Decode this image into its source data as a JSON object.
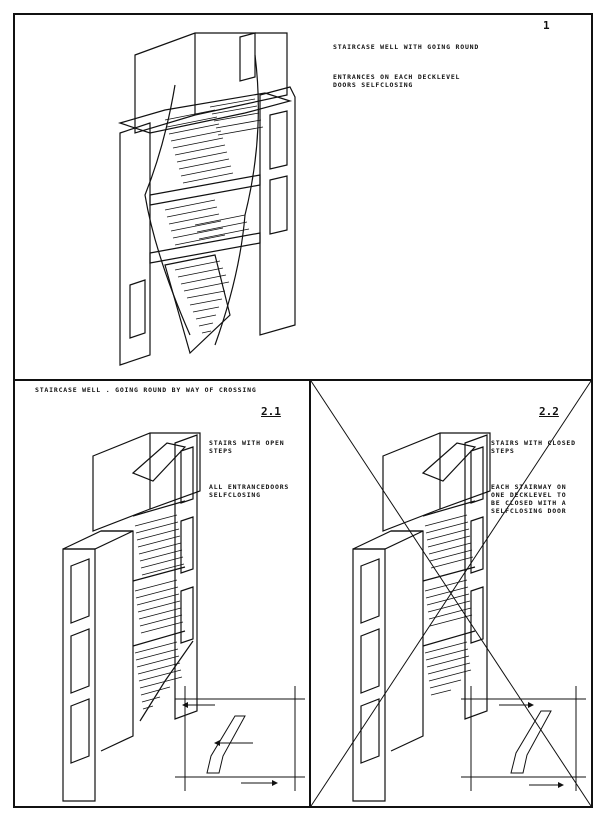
{
  "page_number": "1",
  "panel_1": {
    "title": "STAIRCASE WELL WITH GOING ROUND",
    "note": "ENTRANCES ON EACH DECKLEVEL\nDOORS SELFCLOSING"
  },
  "section_heading": "STAIRCASE WELL . GOING ROUND BY WAY OF CROSSING",
  "panel_21": {
    "number": "2.1",
    "note1": "STAIRS WITH OPEN\nSTEPS",
    "note2": "ALL ENTRANCEDOORS\nSELFCLOSING"
  },
  "panel_22": {
    "number": "2.2",
    "note1": "STAIRS WITH CLOSED\nSTEPS",
    "note2": "EACH STAIRWAY ON\nONE DECKLEVEL TO\nBE CLOSED WITH A\nSELFCLOSING DOOR"
  },
  "colors": {
    "ink": "#111111",
    "paper": "#ffffff"
  }
}
